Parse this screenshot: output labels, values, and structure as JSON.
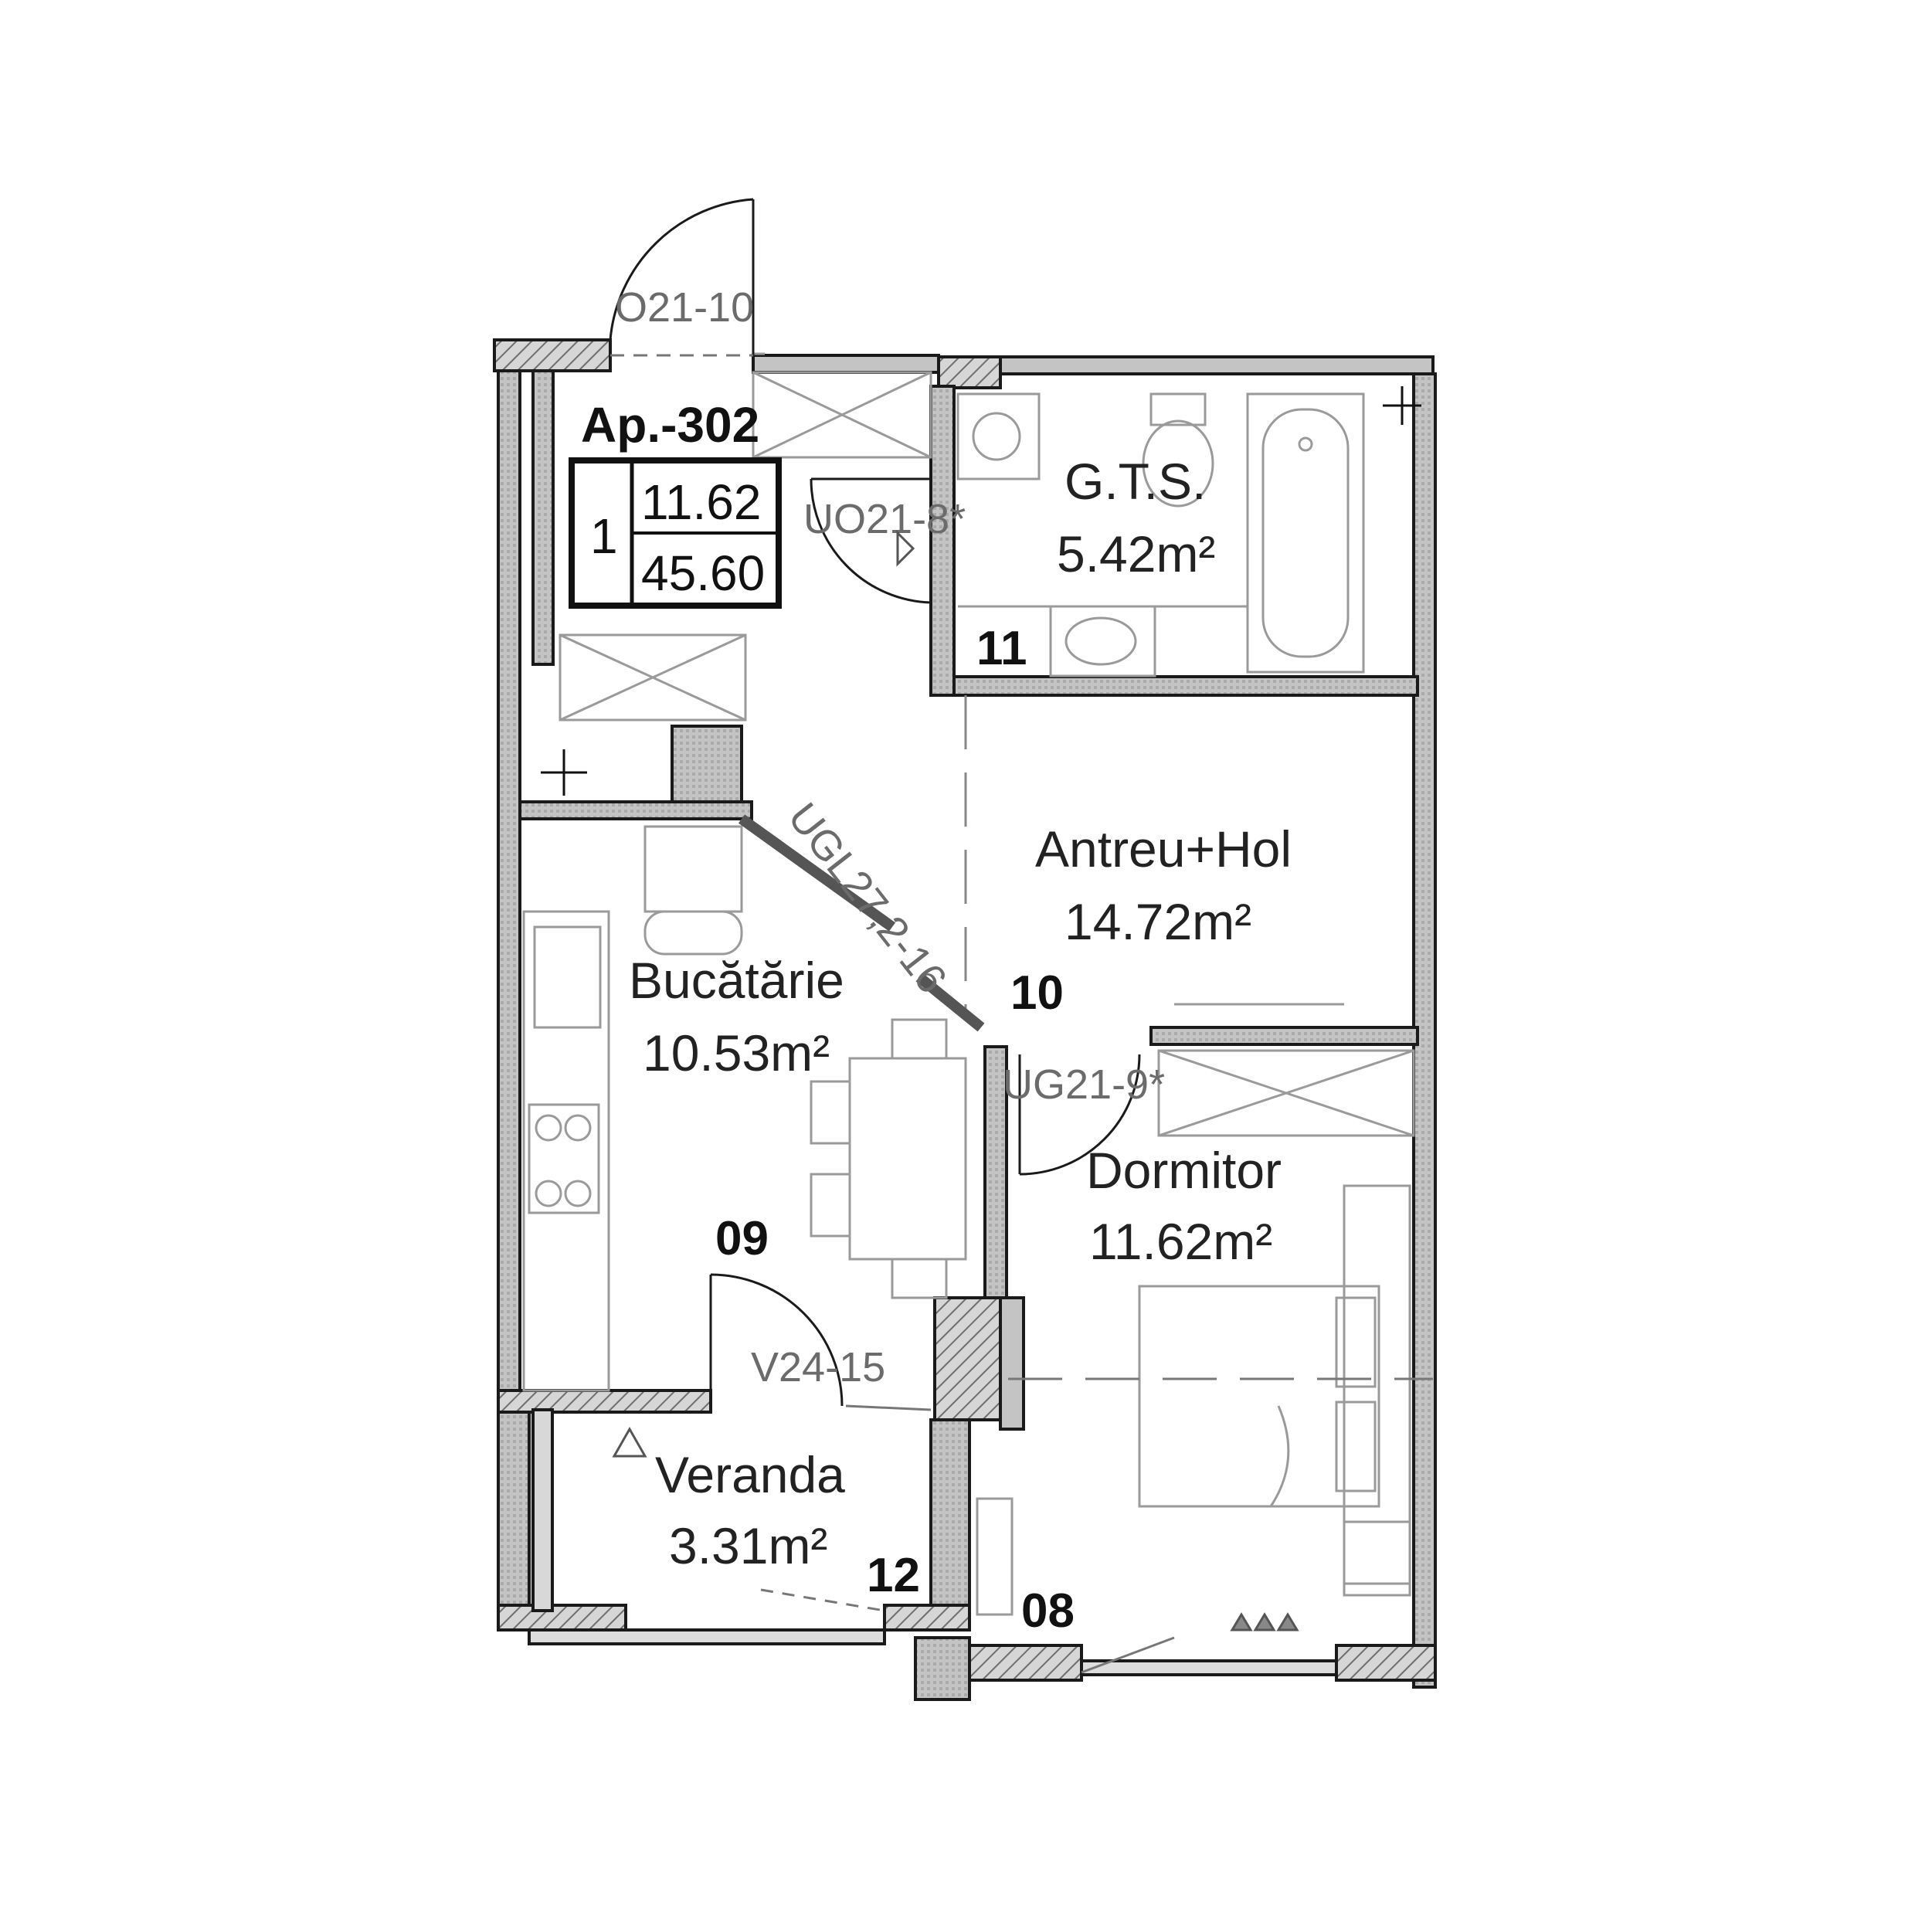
{
  "apartment": {
    "label": "Ap.-302",
    "rooms_count": "1",
    "living_area": "11.62",
    "total_area": "45.60"
  },
  "rooms": {
    "gts": {
      "name": "G.T.S.",
      "area": "5.42m²"
    },
    "hall": {
      "name": "Antreu+Hol",
      "area": "14.72m²"
    },
    "kitchen": {
      "name": "Bucătărie",
      "area": "10.53m²"
    },
    "bedroom": {
      "name": "Dormitor",
      "area": "11.62m²"
    },
    "veranda": {
      "name": "Veranda",
      "area": "3.31m²"
    }
  },
  "room_numbers": {
    "bedroom": "08",
    "kitchen": "09",
    "hall": "10",
    "bath": "11",
    "veranda": "12"
  },
  "door_codes": {
    "entrance": "O21-10",
    "bath_door": "UO21-8*",
    "kitchen_door": "UGL27,2-16",
    "bedroom_door": "UG21-9*",
    "veranda_door": "V24-15"
  },
  "colors": {
    "wall_fill": "#bdbdbd",
    "wall_line": "#1a1a1a",
    "fixture_line": "#9a9a9a",
    "text": "#222222",
    "door_text": "#6b6b6b"
  }
}
